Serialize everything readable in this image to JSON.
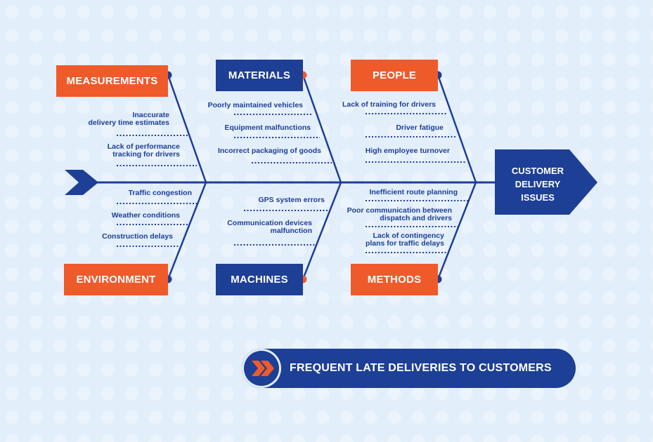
{
  "effect": {
    "label": "CUSTOMER\nDELIVERY\nISSUES"
  },
  "problem_statement": "FREQUENT LATE DELIVERIES TO CUSTOMERS",
  "categories": {
    "measurements": "MEASUREMENTS",
    "materials": "MATERIALS",
    "people": "PEOPLE",
    "environment": "ENVIRONMENT",
    "machines": "MACHINES",
    "methods": "METHODS"
  },
  "causes": {
    "measurements": [
      "Inaccurate\ndelivery time estimates",
      "Lack of performance\ntracking for drivers"
    ],
    "materials": [
      "Poorly maintained vehicles",
      "Equipment malfunctions",
      "Incorrect packaging of goods"
    ],
    "people": [
      "Lack of training for drivers",
      "Driver fatigue",
      "High employee turnover"
    ],
    "environment": [
      "Traffic congestion",
      "Weather conditions",
      "Construction delays"
    ],
    "machines": [
      "GPS system errors",
      "Communication devices\nmalfunction"
    ],
    "methods": [
      "Inefficient route planning",
      "Poor communication between\ndispatch and drivers",
      "Lack of contingency\nplans for traffic delays"
    ]
  },
  "colors": {
    "orange": "#ef5a2a",
    "blue": "#1d3f95",
    "background": "#e3eefb"
  }
}
